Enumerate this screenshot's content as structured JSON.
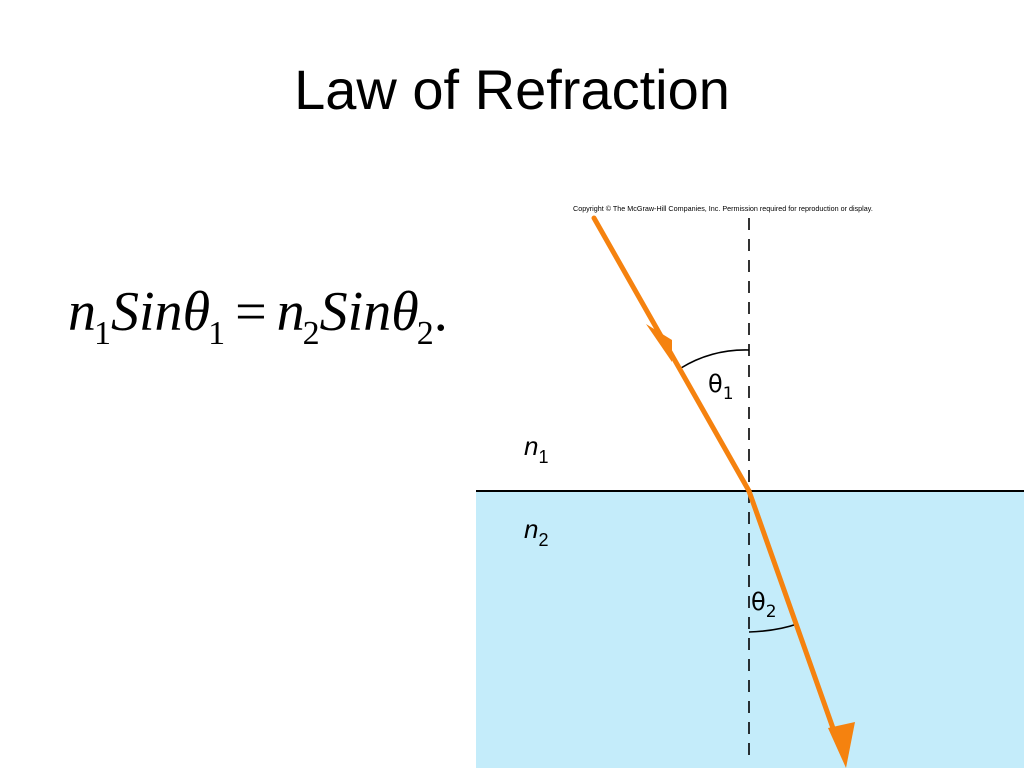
{
  "slide": {
    "title": "Law of Refraction"
  },
  "equation": {
    "n1": "n",
    "n1_sub": "1",
    "sin1": "Sin",
    "theta1": "θ",
    "theta1_sub": "1",
    "equals": "=",
    "n2": "n",
    "n2_sub": "2",
    "sin2": "Sin",
    "theta2": "θ",
    "theta2_sub": "2",
    "period": "."
  },
  "diagram": {
    "copyright": "Copyright © The McGraw-Hill Companies, Inc. Permission required for reproduction or display.",
    "medium1_label": "n",
    "medium1_sub": "1",
    "medium2_label": "n",
    "medium2_sub": "2",
    "angle1_label": "θ",
    "angle1_sub": "1",
    "angle2_label": "θ",
    "angle2_sub": "2",
    "colors": {
      "ray": "#f5820f",
      "medium2": "#c4ecfa",
      "interface": "#000000",
      "normal": "#000000"
    }
  }
}
